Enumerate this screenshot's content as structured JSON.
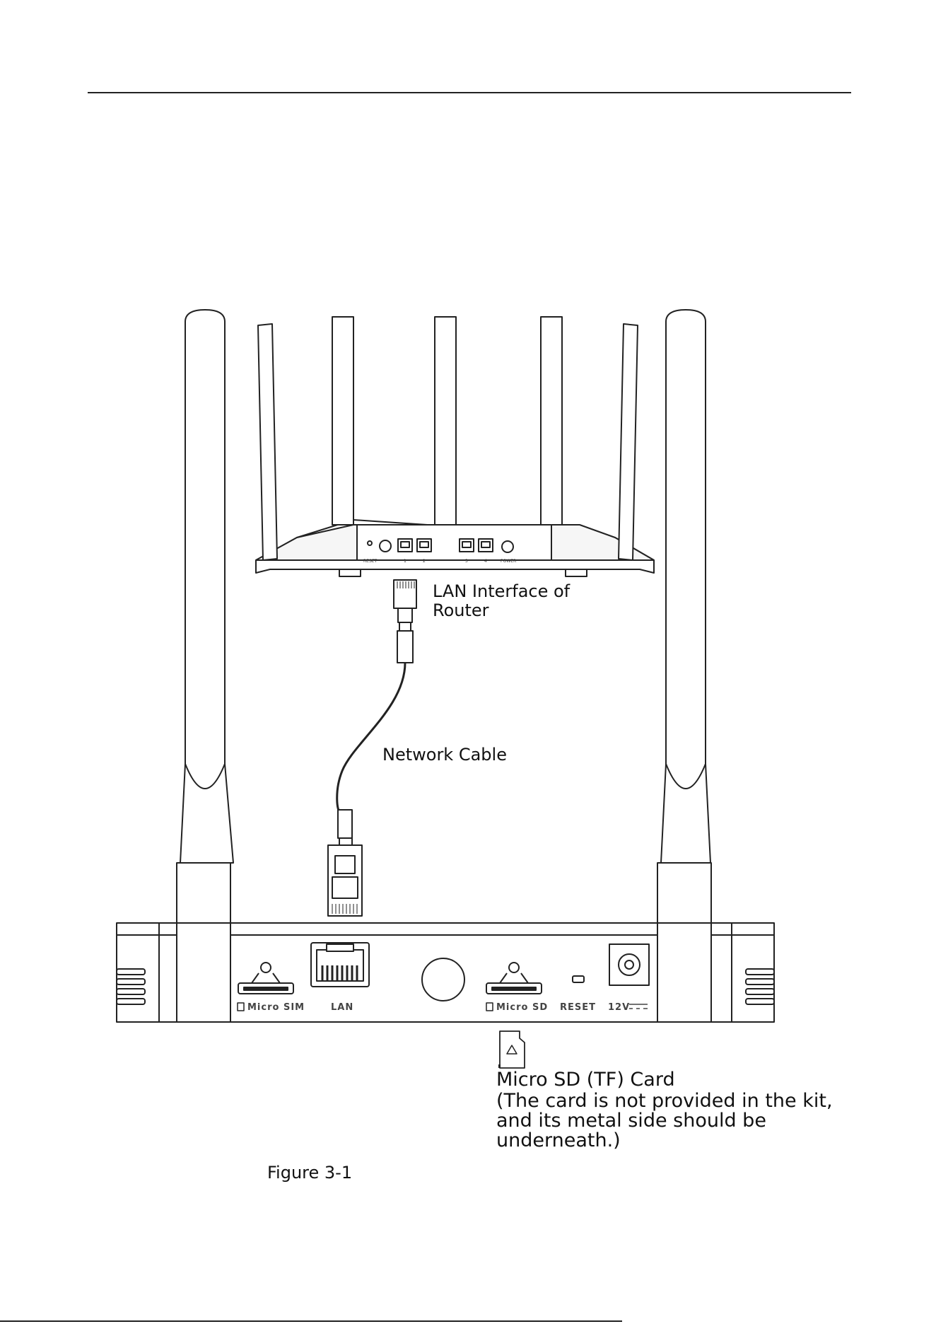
{
  "labels": {
    "lan_interface_line1": "LAN Interface of",
    "lan_interface_line2": "Router",
    "network_cable": "Network Cable",
    "micro_sd_title": "Micro SD (TF) Card",
    "micro_sd_note_line1": "(The card is not provided in the kit,",
    "micro_sd_note_line2": "and its metal side should be",
    "micro_sd_note_line3": "underneath.)"
  },
  "device_ports": {
    "micro_sim": "Micro SIM",
    "lan": "LAN",
    "micro_sd": "Micro SD",
    "reset": "RESET",
    "power": "12V"
  },
  "router_ports": {
    "reset": "RESET",
    "p1": "1",
    "p2": "2",
    "p3": "3",
    "p4": "4",
    "power": "POWER"
  },
  "caption": "Figure 3-1"
}
